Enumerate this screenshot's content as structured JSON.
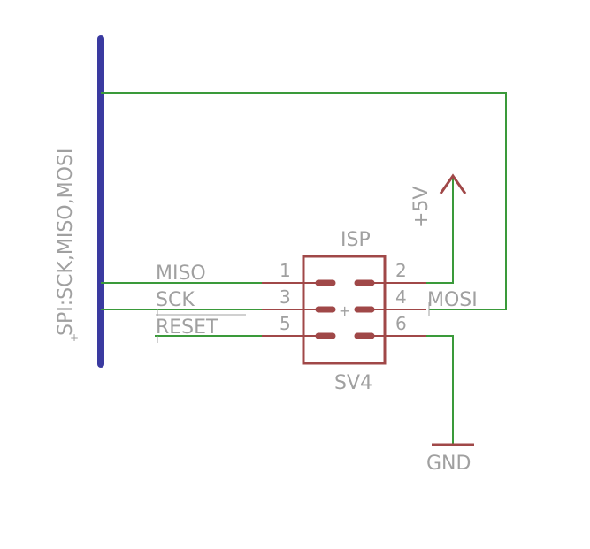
{
  "colors": {
    "wire": "#3a9a3a",
    "bus": "#3a3aa0",
    "part": "#a04848",
    "label": "#a0a0a0",
    "background": "#ffffff"
  },
  "bus_label": "SPI:SCK,MISO,MOSI",
  "component": {
    "name": "ISP",
    "ref": "SV4",
    "pins": [
      "1",
      "2",
      "3",
      "4",
      "5",
      "6"
    ]
  },
  "nets": {
    "miso": "MISO",
    "sck": "SCK",
    "reset": "RESET",
    "mosi": "MOSI",
    "vcc": "+5V",
    "gnd": "GND"
  }
}
